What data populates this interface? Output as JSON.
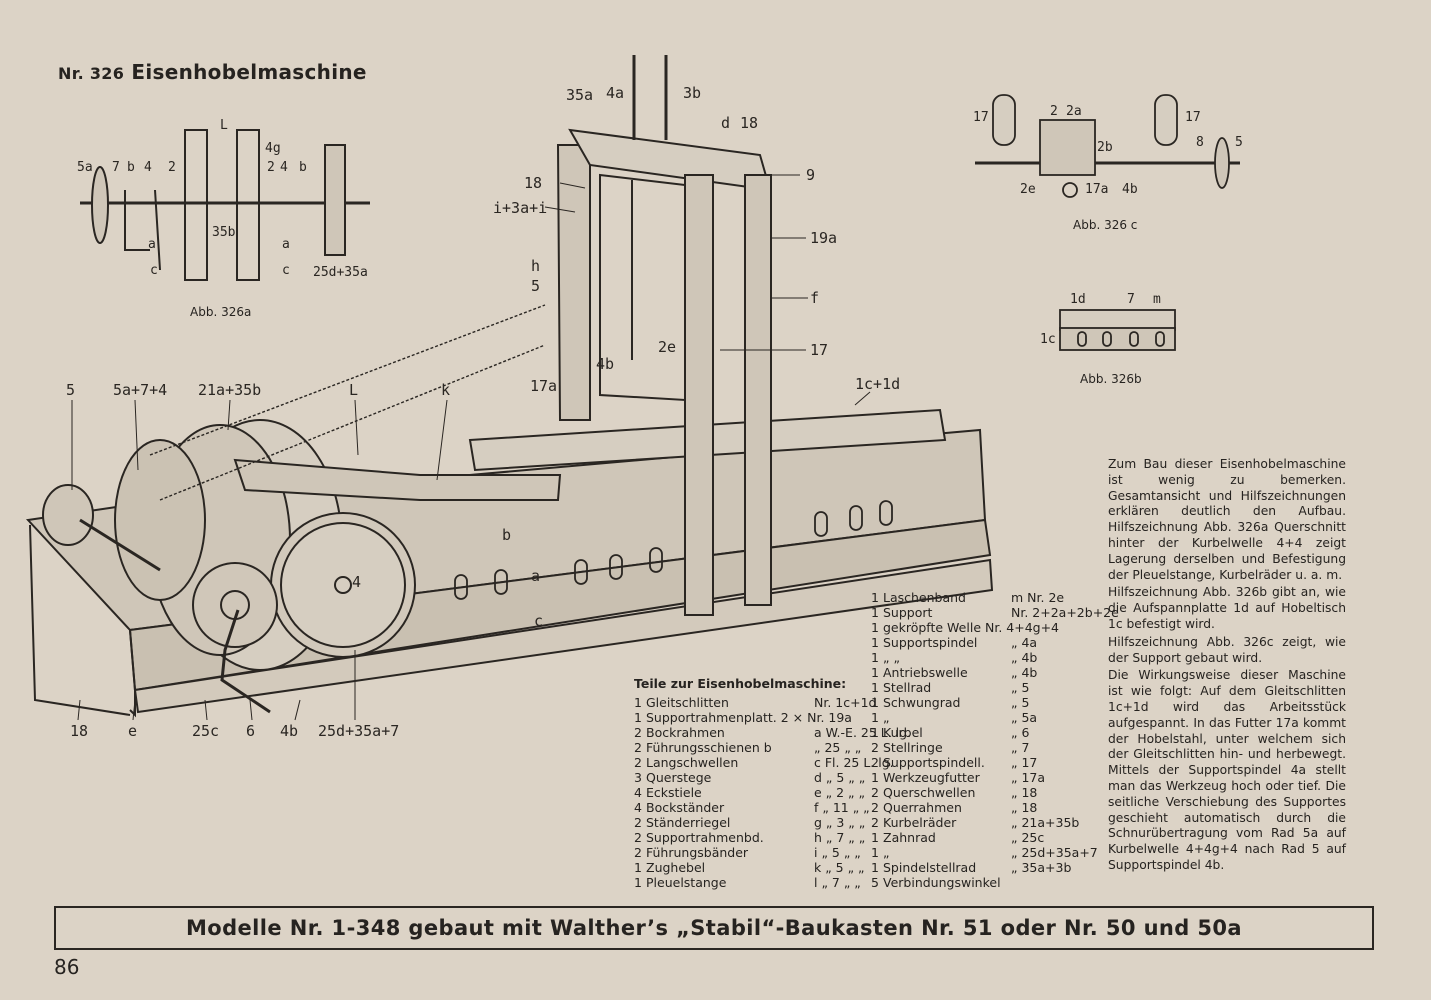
{
  "title": {
    "number": "Nr. 326",
    "name": "Eisenhobelmaschine"
  },
  "figures": {
    "abb_a": {
      "caption": "Abb. 326a",
      "labels": [
        "5a",
        "7",
        "b",
        "4",
        "2",
        "L",
        "4g",
        "2",
        "4",
        "b",
        "35b",
        "a",
        "c",
        "a",
        "c",
        "25d+35a"
      ]
    },
    "abb_b": {
      "caption": "Abb. 326b",
      "labels": [
        "1d",
        "7",
        "m",
        "1c"
      ]
    },
    "abb_c": {
      "caption": "Abb. 326 c",
      "labels": [
        "17",
        "2",
        "2a",
        "17",
        "2b",
        "8",
        "5",
        "2e",
        "17a",
        "4b"
      ]
    },
    "main": {
      "labels": [
        "35a",
        "4a",
        "3b",
        "d",
        "18",
        "18",
        "9",
        "i+3a+i",
        "19a",
        "h",
        "5",
        "f",
        "2e",
        "4b",
        "17",
        "17a",
        "5",
        "5a+7+4",
        "21a+35b",
        "L",
        "k",
        "1c+1d",
        "b",
        "a",
        "c",
        "4",
        "18",
        "e",
        "25c",
        "6",
        "4b",
        "25d+35a+7"
      ]
    }
  },
  "parts": {
    "heading": "Teile zur Eisenhobelmaschine:",
    "left": [
      {
        "qty": "1",
        "name": "Gleitschlitten",
        "ref": "Nr. 1c+1d"
      },
      {
        "qty": "1",
        "name": "Supportrahmenplatt. 2 × Nr. 19a",
        "ref": ""
      },
      {
        "qty": "2",
        "name": "Bockrahmen",
        "ref": "a W.-E. 25 L. lg."
      },
      {
        "qty": "2",
        "name": "Führungsschienen b",
        "ref": "„ 25 „ „"
      },
      {
        "qty": "2",
        "name": "Langschwellen",
        "ref": "c Fl. 25 L. lg."
      },
      {
        "qty": "3",
        "name": "Querstege",
        "ref": "d „ 5 „ „"
      },
      {
        "qty": "4",
        "name": "Eckstiele",
        "ref": "e „ 2 „ „"
      },
      {
        "qty": "4",
        "name": "Bockständer",
        "ref": "f „ 11 „ „"
      },
      {
        "qty": "2",
        "name": "Ständerriegel",
        "ref": "g „ 3 „ „"
      },
      {
        "qty": "2",
        "name": "Supportrahmenbd.",
        "ref": "h „ 7 „ „"
      },
      {
        "qty": "2",
        "name": "Führungsbänder",
        "ref": "i „ 5 „ „"
      },
      {
        "qty": "1",
        "name": "Zughebel",
        "ref": "k „ 5 „ „"
      },
      {
        "qty": "1",
        "name": "Pleuelstange",
        "ref": "l „ 7 „ „"
      }
    ],
    "right": [
      {
        "qty": "1",
        "name": "Laschenband",
        "ref": "m Nr. 2e"
      },
      {
        "qty": "1",
        "name": "Support",
        "ref": "Nr. 2+2a+2b+2e"
      },
      {
        "qty": "1",
        "name": "gekröpfte Welle Nr. 4+4g+4",
        "ref": ""
      },
      {
        "qty": "1",
        "name": "Supportspindel",
        "ref": "„ 4a"
      },
      {
        "qty": "1",
        "name": "„ „",
        "ref": "„ 4b"
      },
      {
        "qty": "1",
        "name": "Antriebswelle",
        "ref": "„ 4b"
      },
      {
        "qty": "1",
        "name": "Stellrad",
        "ref": "„ 5"
      },
      {
        "qty": "1",
        "name": "Schwungrad",
        "ref": "„ 5"
      },
      {
        "qty": "1",
        "name": "„",
        "ref": "„ 5a"
      },
      {
        "qty": "1",
        "name": "Kurbel",
        "ref": "„ 6"
      },
      {
        "qty": "2",
        "name": "Stellringe",
        "ref": "„ 7"
      },
      {
        "qty": "2",
        "name": "Supportspindell.",
        "ref": "„ 17"
      },
      {
        "qty": "1",
        "name": "Werkzeugfutter",
        "ref": "„ 17a"
      },
      {
        "qty": "2",
        "name": "Querschwellen",
        "ref": "„ 18"
      },
      {
        "qty": "2",
        "name": "Querrahmen",
        "ref": "„ 18"
      },
      {
        "qty": "2",
        "name": "Kurbelräder",
        "ref": "„ 21a+35b"
      },
      {
        "qty": "1",
        "name": "Zahnrad",
        "ref": "„ 25c"
      },
      {
        "qty": "1",
        "name": "„",
        "ref": "„ 25d+35a+7"
      },
      {
        "qty": "1",
        "name": "Spindelstellrad",
        "ref": "„ 35a+3b"
      },
      {
        "qty": "5",
        "name": "Verbindungswinkel",
        "ref": ""
      }
    ]
  },
  "description": [
    "Zum Bau dieser Eisenhobelmaschine ist wenig zu bemerken. Gesamtansicht und Hilfszeichnungen erklären deutlich den Aufbau. Hilfszeichnung Abb. 326a Querschnitt hinter der Kurbelwelle 4+4 zeigt Lagerung derselben und Befestigung der Pleuelstange, Kurbelräder u. a. m.",
    "Hilfszeichnung Abb. 326b gibt an, wie die Aufspannplatte 1d auf Hobeltisch 1c befestigt wird.",
    "Hilfszeichnung Abb. 326c zeigt, wie der Support gebaut wird.",
    "Die Wirkungsweise dieser Maschine ist wie folgt: Auf dem Gleitschlitten 1c+1d wird das Arbeitsstück aufgespannt. In das Futter 17a kommt der Hobelstahl, unter welchem sich der Gleitschlitten hin- und herbewegt. Mittels der Supportspindel 4a stellt man das Werkzeug hoch oder tief. Die seitliche Verschiebung des Supportes geschieht automatisch durch die Schnurübertragung vom Rad 5a auf Kurbelwelle 4+4g+4 nach Rad 5 auf Supportspindel 4b."
  ],
  "footer": "Modelle Nr. 1-348 gebaut mit Walther’s „Stabil“-Baukasten Nr. 51 oder Nr. 50 und 50a",
  "page_number": "86",
  "colors": {
    "paper": "#dcd3c6",
    "ink": "#262320",
    "metal": "#cfc6b8"
  }
}
